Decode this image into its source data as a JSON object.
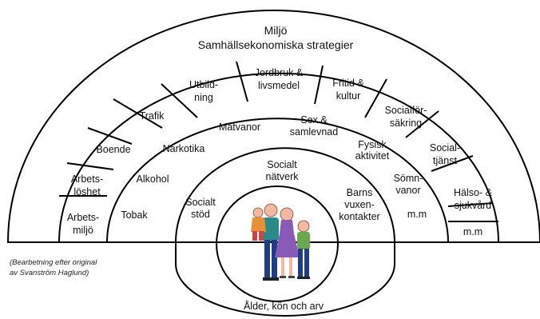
{
  "outer": {
    "line1": "Miljö",
    "line2": "Samhällsekonomiska strategier"
  },
  "sectors": [
    [
      "Arbets-",
      "miljö"
    ],
    [
      "Arbets-",
      "löshet"
    ],
    [
      "Boende"
    ],
    [
      "Trafik"
    ],
    [
      "Utbild-",
      "ning"
    ],
    [
      "Jordbruk &",
      "livsmedel"
    ],
    [
      "Fritid &",
      "kultur"
    ],
    [
      "Socialför-",
      "säkring"
    ],
    [
      "Social-",
      "tjänst"
    ],
    [
      "Hälso- &",
      "sjukvård"
    ],
    [
      "m.m"
    ]
  ],
  "lifestyle": [
    "Tobak",
    "Alkohol",
    "Narkotika",
    "Matvanor",
    [
      "Sex &",
      "samlevnad"
    ],
    [
      "Fysisk",
      "aktivitet"
    ],
    [
      "Sömn-",
      "vanor"
    ],
    "m.m"
  ],
  "social": [
    [
      "Socialt",
      "stöd"
    ],
    [
      "Socialt",
      "nätverk"
    ],
    [
      "Barns",
      "vuxen-",
      "kontakter"
    ]
  ],
  "core": "Ålder, kön och arv",
  "citation": [
    "(Bearbetning efter original",
    "av Svanström Haglund)"
  ],
  "colors": {
    "line": "#000000",
    "skin": "#f2b8a0",
    "dress": "#8a5ab8",
    "jeans": "#1f3c88",
    "shirt_green": "#6aa84f",
    "shirt_teal": "#2a8a8a",
    "child_shirt": "#e69138"
  }
}
